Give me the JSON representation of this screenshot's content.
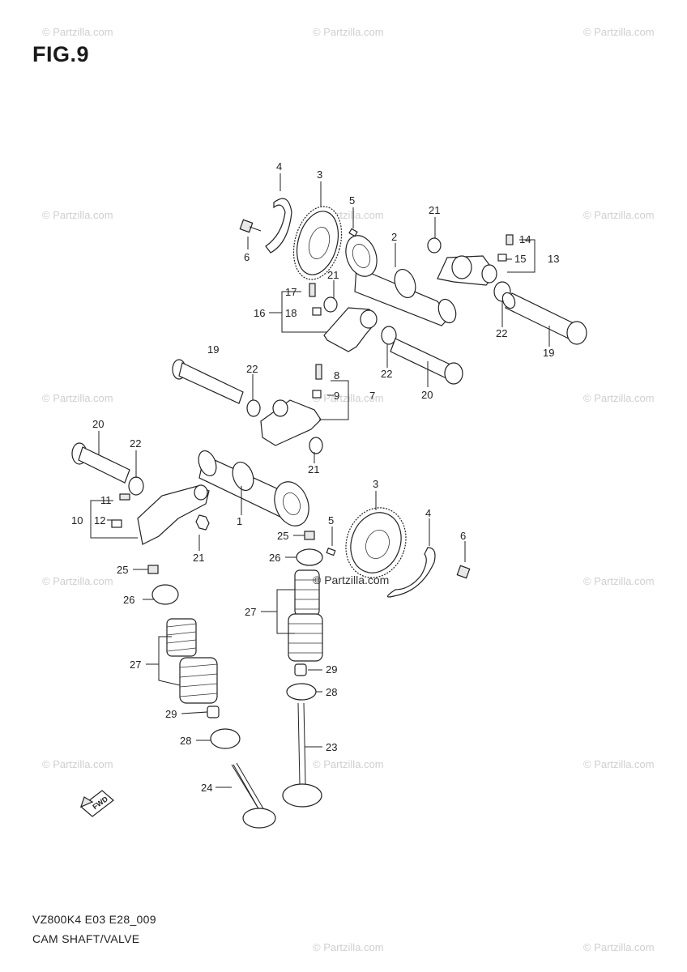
{
  "figure": {
    "title": "FIG.9",
    "code": "VZ800K4 E03 E28_009",
    "name": "CAM SHAFT/VALVE"
  },
  "watermark": {
    "text": "© Partzilla.com",
    "center_text": "© Partzilla.com"
  },
  "fwd_label": "FWD",
  "callouts": {
    "c1": "1",
    "c2": "2",
    "c3a": "3",
    "c3b": "3",
    "c4a": "4",
    "c4b": "4",
    "c5a": "5",
    "c5b": "5",
    "c6a": "6",
    "c6b": "6",
    "c7": "7",
    "c8": "8",
    "c9": "9",
    "c10": "10",
    "c11": "11",
    "c12": "12",
    "c13": "13",
    "c14": "14",
    "c15": "15",
    "c16": "16",
    "c17": "17",
    "c18": "18",
    "c19a": "19",
    "c19b": "19",
    "c20a": "20",
    "c20b": "20",
    "c21a": "21",
    "c21b": "21",
    "c21c": "21",
    "c21d": "21",
    "c22a": "22",
    "c22b": "22",
    "c22c": "22",
    "c22d": "22",
    "c23": "23",
    "c24": "24",
    "c25a": "25",
    "c25b": "25",
    "c26a": "26",
    "c26b": "26",
    "c27a": "27",
    "c27b": "27",
    "c28a": "28",
    "c28b": "28",
    "c29a": "29",
    "c29b": "29"
  }
}
